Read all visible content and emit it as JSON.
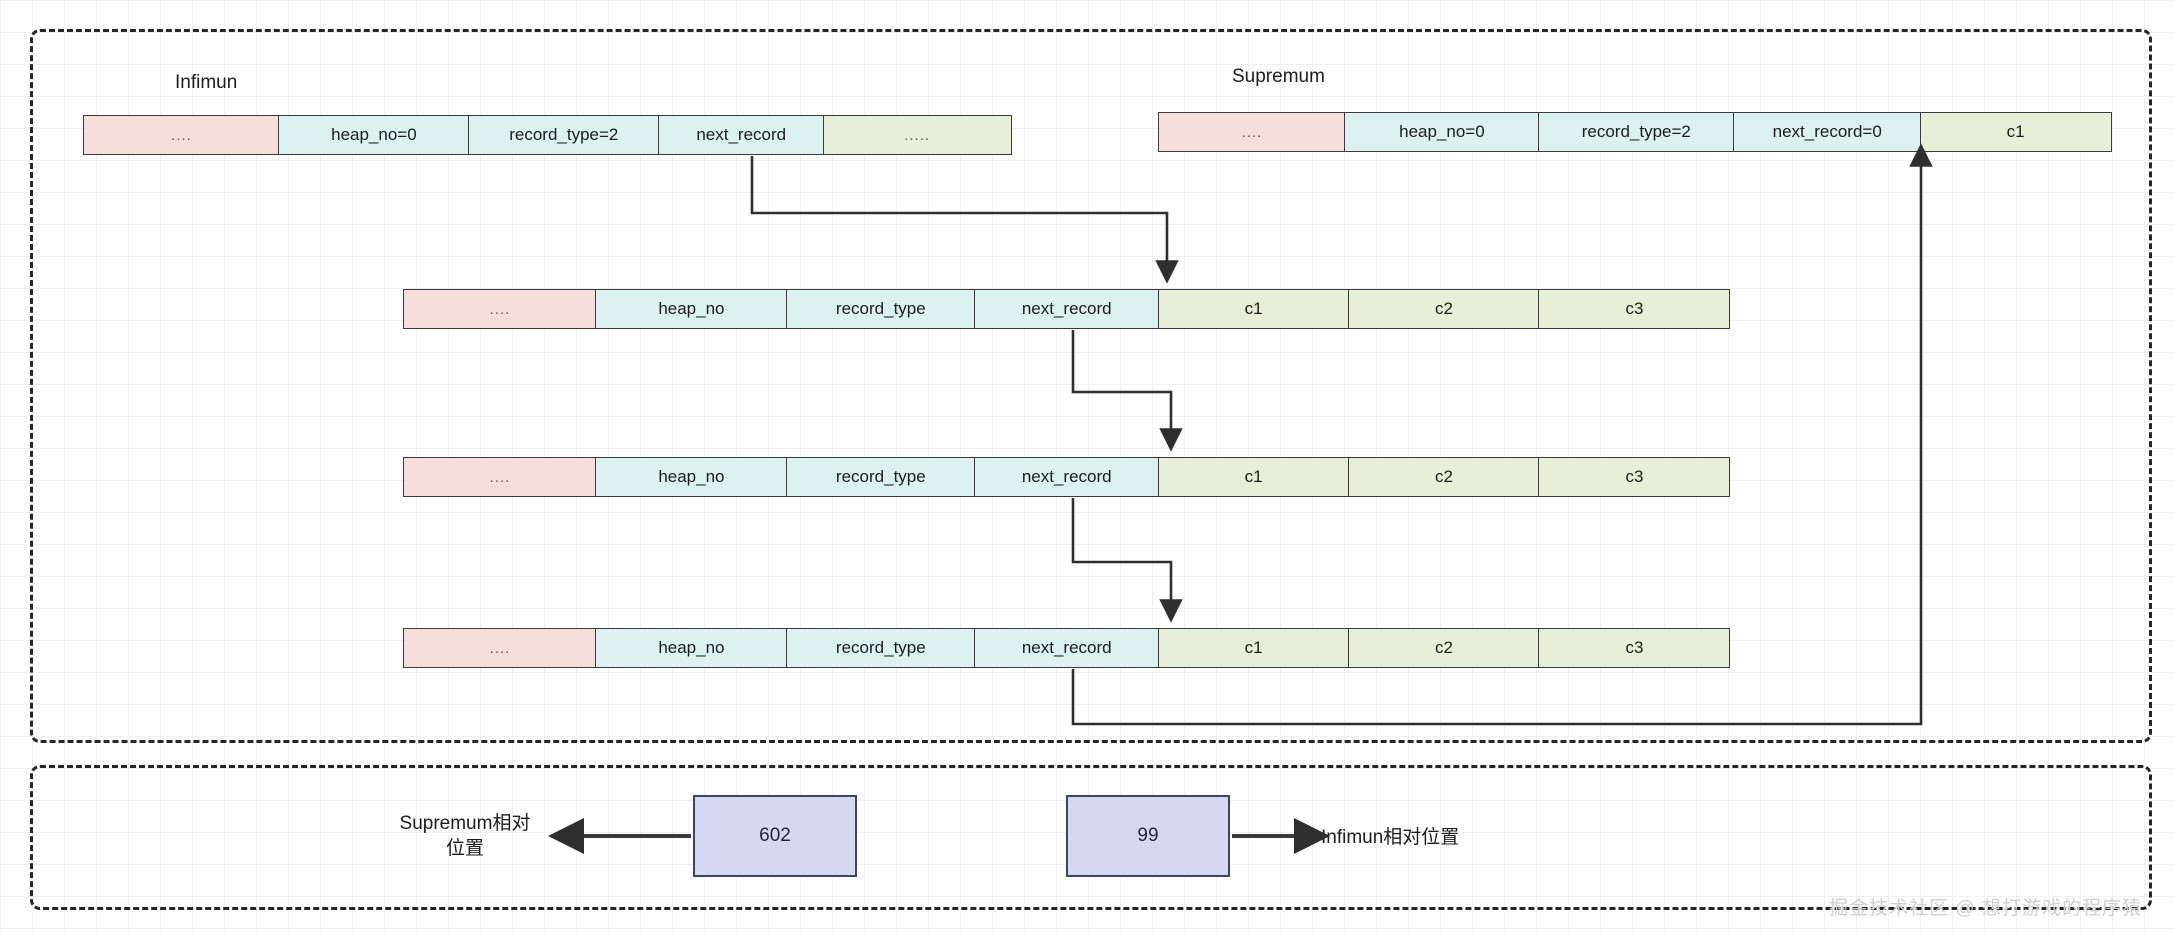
{
  "diagram": {
    "title_infimun": "Infimun",
    "title_supremum": "Supremum",
    "watermark": "掘金技术社区 @ 想打游戏的程序猿",
    "colors": {
      "pink": "#f7dedd",
      "cyan": "#dcf2f1",
      "green": "#e6f0d8",
      "offset_fill": "#d6d8f2",
      "stroke": "#3b3b3b",
      "dash_border": "#262626",
      "grid": "#f0f0f0"
    },
    "infimun_row": {
      "name": "infimun",
      "cells": [
        {
          "label": "....",
          "type": "pink"
        },
        {
          "label": "heap_no=0",
          "type": "cyan"
        },
        {
          "label": "record_type=2",
          "type": "cyan"
        },
        {
          "label": "next_record",
          "type": "cyan"
        },
        {
          "label": ".....",
          "type": "green"
        }
      ]
    },
    "supremum_row": {
      "name": "supremum",
      "cells": [
        {
          "label": "....",
          "type": "pink"
        },
        {
          "label": "heap_no=0",
          "type": "cyan"
        },
        {
          "label": "record_type=2",
          "type": "cyan"
        },
        {
          "label": "next_record=0",
          "type": "cyan"
        },
        {
          "label": "c1",
          "type": "green"
        }
      ]
    },
    "record_rows": [
      {
        "name": "record-1",
        "cells": [
          {
            "label": "....",
            "type": "pink"
          },
          {
            "label": "heap_no",
            "type": "cyan"
          },
          {
            "label": "record_type",
            "type": "cyan"
          },
          {
            "label": "next_record",
            "type": "cyan"
          },
          {
            "label": "c1",
            "type": "green"
          },
          {
            "label": "c2",
            "type": "green"
          },
          {
            "label": "c3",
            "type": "green"
          }
        ]
      },
      {
        "name": "record-2",
        "cells": [
          {
            "label": "....",
            "type": "pink"
          },
          {
            "label": "heap_no",
            "type": "cyan"
          },
          {
            "label": "record_type",
            "type": "cyan"
          },
          {
            "label": "next_record",
            "type": "cyan"
          },
          {
            "label": "c1",
            "type": "green"
          },
          {
            "label": "c2",
            "type": "green"
          },
          {
            "label": "c3",
            "type": "green"
          }
        ]
      },
      {
        "name": "record-3",
        "cells": [
          {
            "label": "....",
            "type": "pink"
          },
          {
            "label": "heap_no",
            "type": "cyan"
          },
          {
            "label": "record_type",
            "type": "cyan"
          },
          {
            "label": "next_record",
            "type": "cyan"
          },
          {
            "label": "c1",
            "type": "green"
          },
          {
            "label": "c2",
            "type": "green"
          },
          {
            "label": "c3",
            "type": "green"
          }
        ]
      }
    ],
    "offsets": {
      "supremum_label_line1": "Supremum相对",
      "supremum_label_line2": "位置",
      "supremum_value": "602",
      "infimun_value": "99",
      "infimun_label": "Infimun相对位置"
    }
  }
}
